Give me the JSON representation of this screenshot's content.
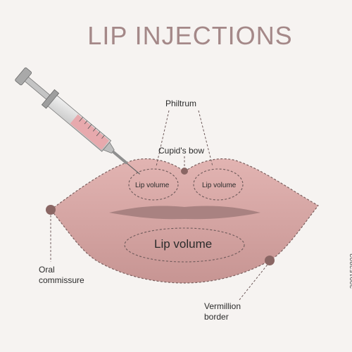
{
  "title": "LIP INJECTIONS",
  "labels": {
    "philtrum": "Philtrum",
    "cupids_bow": "Cupid's bow",
    "lip_volume_upper_left": "Lip volume",
    "lip_volume_upper_right": "Lip volume",
    "lip_volume_lower": "Lip volume",
    "oral_commissure_line1": "Oral",
    "oral_commissure_line2": "commissure",
    "vermillion_line1": "Vermillion",
    "vermillion_line2": "border"
  },
  "stock_id": "309153802",
  "colors": {
    "background": "#f6f3f1",
    "lip": "#d9a7a5",
    "lip_dark": "#a98281",
    "title": "#a48888",
    "marker": "#8a6664",
    "syringe_fluid": "#e7a9ad"
  },
  "icons": [
    "syringe-icon"
  ]
}
